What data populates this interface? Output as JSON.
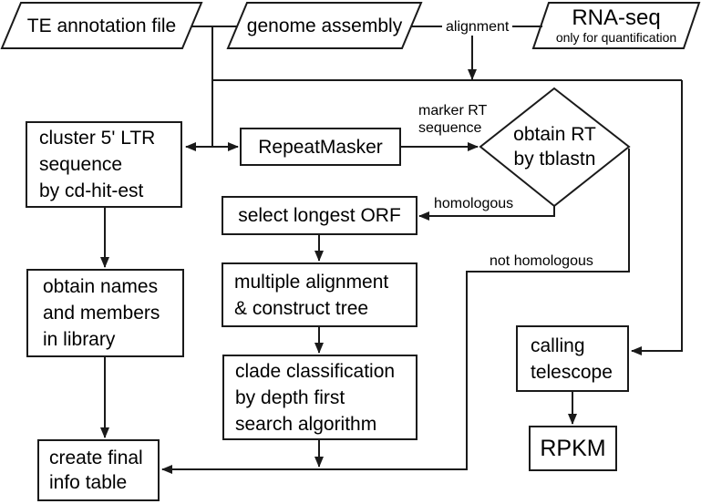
{
  "nodes": {
    "te_annotation_file": {
      "label": "TE annotation file"
    },
    "genome_assembly": {
      "label": "genome assembly"
    },
    "rna_seq": {
      "title": "RNA-seq",
      "subtitle": "only for quantification"
    },
    "repeatmasker": {
      "label": "RepeatMasker"
    },
    "obtain_rt": {
      "lines": [
        "obtain RT",
        "by tblastn"
      ]
    },
    "cluster_ltr": {
      "lines": [
        "cluster 5' LTR",
        "sequence",
        "by cd-hit-est"
      ]
    },
    "select_longest_orf": {
      "label": "select longest ORF"
    },
    "multiple_alignment": {
      "lines": [
        "multiple alignment",
        "& construct tree"
      ]
    },
    "clade_classification": {
      "lines": [
        "clade classification",
        "by depth first",
        "search algorithm"
      ]
    },
    "obtain_names": {
      "lines": [
        "obtain names",
        "and members",
        "in library"
      ]
    },
    "create_final_info": {
      "lines": [
        "create final",
        "info table"
      ]
    },
    "calling_telescope": {
      "lines": [
        "calling",
        "telescope"
      ]
    },
    "rpkm": {
      "label": "RPKM"
    }
  },
  "edge_labels": {
    "alignment": "alignment",
    "marker_rt_line1": "marker RT",
    "marker_rt_line2": "sequence",
    "homologous": "homologous",
    "not_homologous": "not homologous"
  },
  "colors": {
    "background": "#ffffff",
    "line": "#1a1a1a",
    "text": "#000000"
  }
}
